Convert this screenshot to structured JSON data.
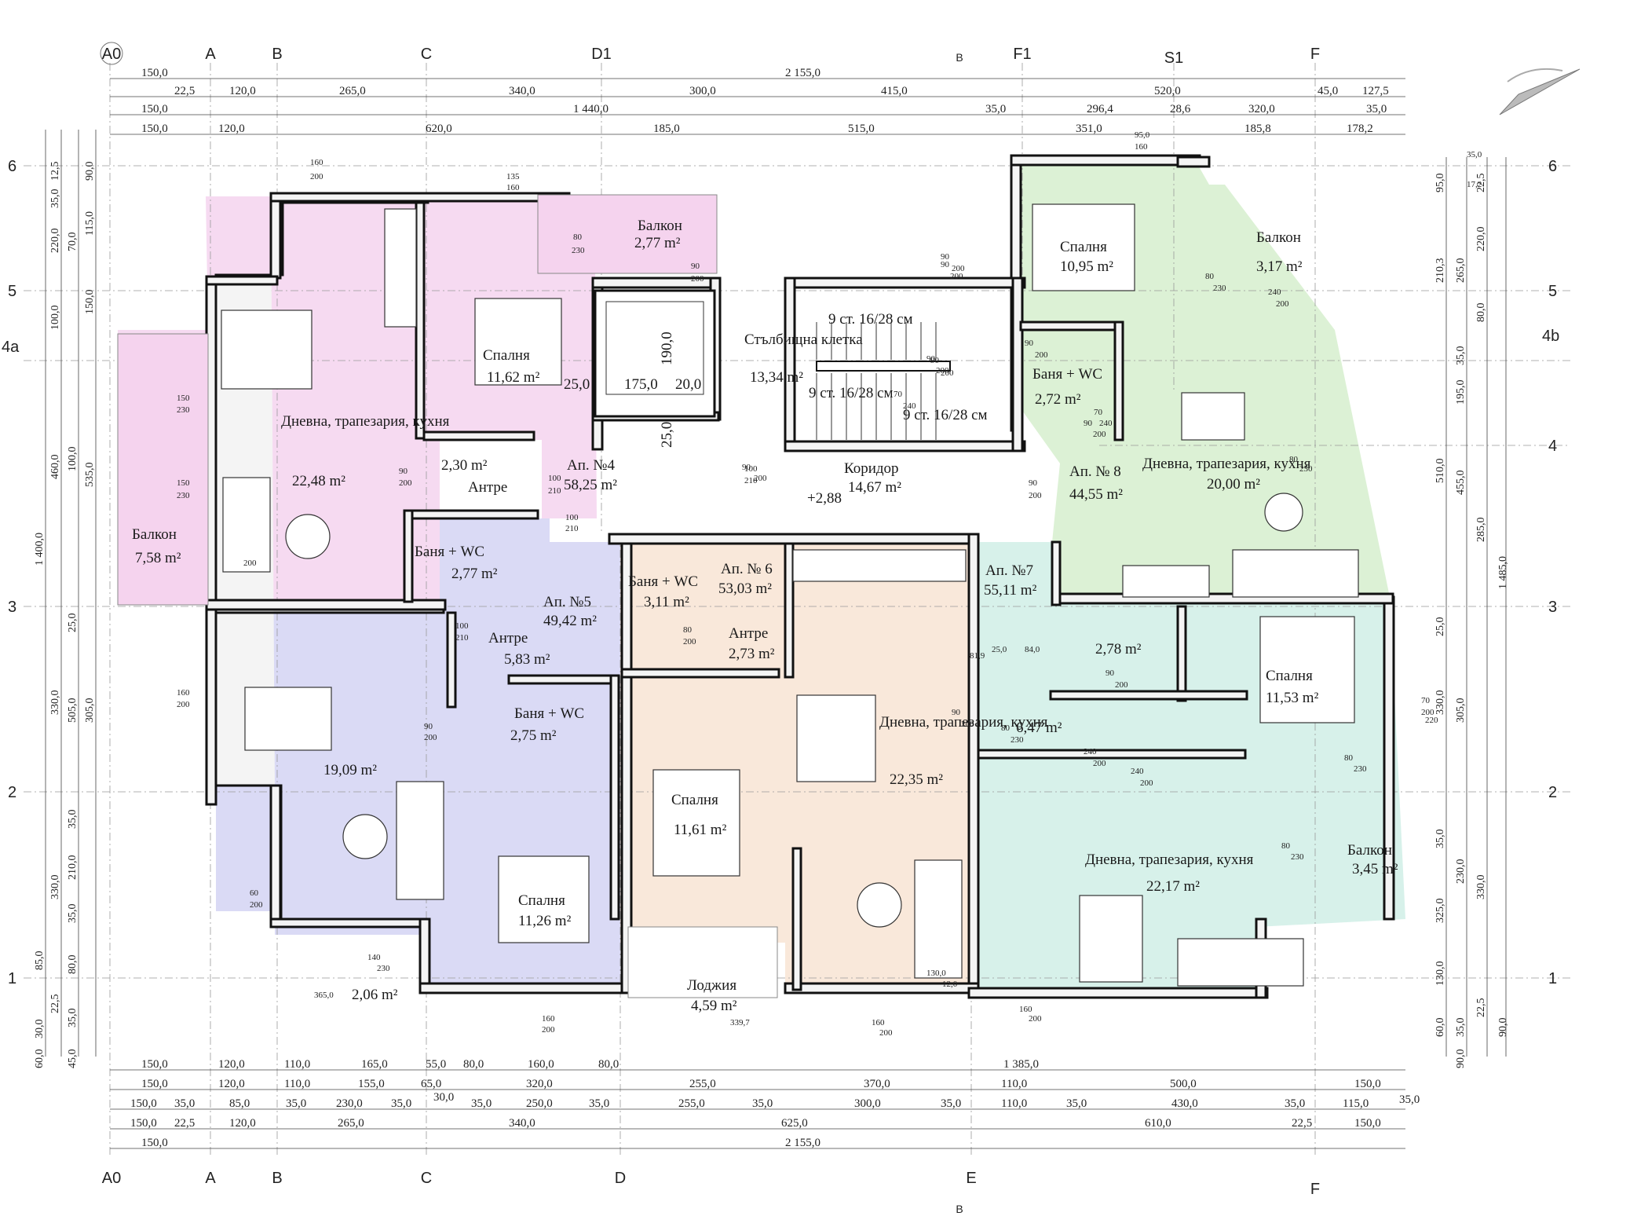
{
  "axes_top": [
    "A0",
    "A",
    "B",
    "C",
    "D1",
    "B",
    "F1",
    "S1",
    "F"
  ],
  "axes_bottom": [
    "A0",
    "A",
    "B",
    "C",
    "D",
    "E",
    "F",
    "B"
  ],
  "axes_left": [
    "6",
    "5",
    "4a",
    "3",
    "2",
    "1"
  ],
  "axes_right": [
    "6",
    "5",
    "4b",
    "4",
    "3",
    "2",
    "1"
  ],
  "top_dims": {
    "row1": [
      "150,0",
      "2 155,0"
    ],
    "row2": [
      "22,5",
      "120,0",
      "265,0",
      "340,0",
      "300,0",
      "415,0",
      "520,0",
      "45,0",
      "127,5"
    ],
    "row3": [
      "150,0",
      "1 440,0",
      "35,0",
      "296,4",
      "28,6",
      "320,0",
      "35,0"
    ],
    "row4": [
      "150,0",
      "120,0",
      "620,0",
      "185,0",
      "515,0",
      "351,0",
      "185,8",
      "178,2"
    ]
  },
  "bottom_dims": {
    "row1": [
      "150,0",
      "120,0",
      "110,0",
      "165,0",
      "55,0",
      "80,0",
      "160,0",
      "80,0",
      "1 385,0"
    ],
    "row2": [
      "150,0",
      "120,0",
      "110,0",
      "155,0",
      "65,0",
      "320,0",
      "255,0",
      "370,0",
      "110,0",
      "500,0",
      "150,0"
    ],
    "row3": [
      "150,0",
      "35,0",
      "85,0",
      "35,0",
      "230,0",
      "35,0",
      "30,0",
      "35,0",
      "250,0",
      "35,0",
      "255,0",
      "35,0",
      "300,0",
      "35,0",
      "110,0",
      "35,0",
      "430,0",
      "35,0",
      "115,0",
      "35,0"
    ],
    "row4": [
      "150,0",
      "22,5",
      "120,0",
      "265,0",
      "340,0",
      "625,0",
      "610,0",
      "22,5",
      "150,0"
    ],
    "row5": [
      "150,0",
      "2 155,0"
    ]
  },
  "left_dims": [
    "12,5",
    "35,0",
    "220,0",
    "100,0",
    "460,0",
    "1 400,0",
    "25,0",
    "330,0",
    "330,0",
    "85,0",
    "22,5",
    "60,0",
    "90,0",
    "70,0",
    "115,0",
    "150,0",
    "100,0",
    "535,0",
    "505,0",
    "305,0",
    "35,0",
    "210,0",
    "35,0",
    "80,0",
    "30,0",
    "35,0",
    "45,0"
  ],
  "right_dims": [
    "95,0",
    "210,3",
    "35,0",
    "510,0",
    "1 485,0",
    "25,0",
    "330,0",
    "35,0",
    "325,0",
    "130,0",
    "60,0",
    "90,0",
    "22,5",
    "220,0",
    "265,0",
    "80,0",
    "195,0",
    "455,0",
    "285,0",
    "305,0",
    "230,0",
    "330,0",
    "22,5",
    "35,0",
    "90,0"
  ],
  "rooms": [
    {
      "name": "Балкон",
      "area": "2,77 m²"
    },
    {
      "name": "Спалня",
      "area": "11,62 m²"
    },
    {
      "name": "Дневна, трапезария, кухня",
      "area": "22,48 m²"
    },
    {
      "name": "Балкон",
      "area": "7,58 m²"
    },
    {
      "name": "Антре",
      "area": "2,30 m²"
    },
    {
      "name": "Баня + WC",
      "area": "2,77 m²"
    },
    {
      "name": "Ап. №4",
      "area": "58,25 m²"
    },
    {
      "name": "Стълбищна клетка",
      "area": "13,34 m²"
    },
    {
      "name": "Коридор",
      "area": "14,67 m²"
    },
    {
      "name": "Спалня",
      "area": "10,95 m²"
    },
    {
      "name": "Балкон",
      "area": "3,17 m²"
    },
    {
      "name": "Баня + WC",
      "area": "2,72 m²"
    },
    {
      "name": "Ап. № 8",
      "area": "44,55 m²"
    },
    {
      "name": "Дневна, трапезария, кухня",
      "area": "20,00 m²"
    },
    {
      "name": "Ап. №5",
      "area": "49,42 m²"
    },
    {
      "name": "Антре",
      "area": "5,83 m²"
    },
    {
      "name": "Баня + WC",
      "area": "2,75 m²"
    },
    {
      "name": "",
      "area": "19,09 m²"
    },
    {
      "name": "Спалня",
      "area": "11,26 m²"
    },
    {
      "name": "",
      "area": "2,06 m²"
    },
    {
      "name": "Баня + WC",
      "area": "3,11 m²"
    },
    {
      "name": "Ап. № 6",
      "area": "53,03 m²"
    },
    {
      "name": "Антре",
      "area": "2,73 m²"
    },
    {
      "name": "Спалня",
      "area": "11,61 m²"
    },
    {
      "name": "Дневна, трапезария, кухня",
      "area": "22,35 m²"
    },
    {
      "name": "Лоджия",
      "area": "4,59 m²"
    },
    {
      "name": "Ап. №7",
      "area": "55,11 m²"
    },
    {
      "name": "",
      "area": "2,78 m²"
    },
    {
      "name": "Спалня",
      "area": "11,53 m²"
    },
    {
      "name": "",
      "area": "6,47 m²"
    },
    {
      "name": "Дневна, трапезария, кухня",
      "area": "22,17 m²"
    },
    {
      "name": "Балкон",
      "area": "3,45 m²"
    }
  ],
  "stairs": [
    "9 ст. 16/28 см",
    "9 ст. 16/28 см",
    "9 ст. 16/28 см"
  ],
  "elevator": [
    "190,0",
    "175,0",
    "20,0",
    "25,0",
    "25,0"
  ],
  "level": "+2,88",
  "doors": [
    "80",
    "230",
    "90",
    "200",
    "150",
    "230",
    "150",
    "230",
    "90",
    "200",
    "100",
    "210",
    "100",
    "210",
    "90",
    "200",
    "90",
    "200",
    "90",
    "200",
    "100",
    "210",
    "100",
    "210",
    "90",
    "200",
    "70",
    "240",
    "80",
    "230",
    "80",
    "230",
    "240",
    "200",
    "90",
    "200",
    "80",
    "200",
    "90",
    "200",
    "70",
    "240",
    "90",
    "200",
    "160",
    "200",
    "60",
    "200",
    "140",
    "230",
    "160",
    "200",
    "160",
    "200",
    "90",
    "200",
    "90",
    "200",
    "80",
    "230",
    "240",
    "200",
    "240",
    "200",
    "90",
    "200",
    "70",
    "200",
    "160",
    "200",
    "90",
    "200",
    "80",
    "230",
    "80",
    "230",
    "130,0",
    "12,0",
    "25,0",
    "84,0",
    "81,9",
    "339,7",
    "365,0",
    "220",
    "200",
    "35,0",
    "17,2",
    "95,0",
    "160",
    "200",
    "160",
    "135",
    "160",
    "200"
  ],
  "colors": {
    "ap4": "#f5d3ee",
    "ap5": "#d6d6f4",
    "ap6": "#f8e6d6",
    "ap7": "#d3f0e8",
    "ap8": "#d8f0d0",
    "wall": "#111111",
    "grid": "#999999"
  }
}
